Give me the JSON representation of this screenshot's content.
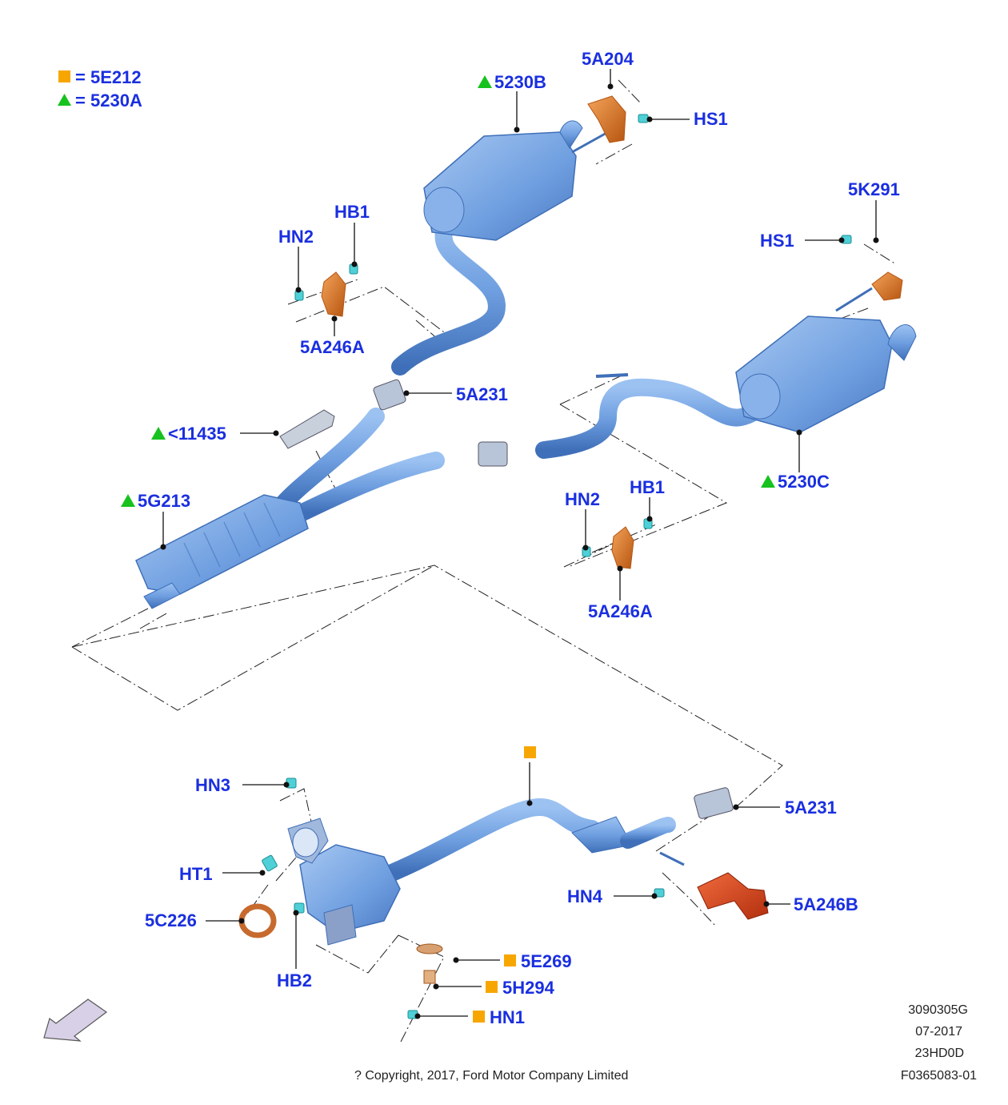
{
  "colors": {
    "label": "#1a2fe0",
    "square_marker": "#f7a600",
    "triangle_marker": "#17c21f",
    "pipe": "#6f9fe0",
    "pipe_dark": "#3f6fb8",
    "bracket": "#e07a25",
    "bracket_dark": "#b65510",
    "bracket_red": "#e0421e",
    "clip": "#4fd0d6",
    "grey_part": "#b8c4d8",
    "gasket": "#c76a2e",
    "arrow_fill": "#d8d0e6",
    "line": "#222222"
  },
  "legend": [
    {
      "marker": "square",
      "equals": "=",
      "text": "5E212"
    },
    {
      "marker": "triangle",
      "equals": "=",
      "text": "5230A"
    }
  ],
  "callouts": [
    {
      "id": "5230B",
      "text": "5230B",
      "marker": "triangle"
    },
    {
      "id": "5A204",
      "text": "5A204",
      "marker": "none"
    },
    {
      "id": "HS1_top",
      "text": "HS1",
      "marker": "none"
    },
    {
      "id": "HB1_left",
      "text": "HB1",
      "marker": "none"
    },
    {
      "id": "HN2_left",
      "text": "HN2",
      "marker": "none"
    },
    {
      "id": "5A246A_left",
      "text": "5A246A",
      "marker": "none"
    },
    {
      "id": "5K291",
      "text": "5K291",
      "marker": "none"
    },
    {
      "id": "HS1_right",
      "text": "HS1",
      "marker": "none"
    },
    {
      "id": "5A231_top",
      "text": "5A231",
      "marker": "none"
    },
    {
      "id": "11435",
      "text": "<11435",
      "marker": "triangle"
    },
    {
      "id": "5G213",
      "text": "5G213",
      "marker": "triangle"
    },
    {
      "id": "5230C",
      "text": "5230C",
      "marker": "triangle"
    },
    {
      "id": "HN2_right",
      "text": "HN2",
      "marker": "none"
    },
    {
      "id": "HB1_right",
      "text": "HB1",
      "marker": "none"
    },
    {
      "id": "5A246A_right",
      "text": "5A246A",
      "marker": "none"
    },
    {
      "id": "HN3",
      "text": "HN3",
      "marker": "none"
    },
    {
      "id": "5A231_bottom",
      "text": "5A231",
      "marker": "none"
    },
    {
      "id": "HT1",
      "text": "HT1",
      "marker": "none"
    },
    {
      "id": "5C226",
      "text": "5C226",
      "marker": "none"
    },
    {
      "id": "HN4",
      "text": "HN4",
      "marker": "none"
    },
    {
      "id": "5A246B",
      "text": "5A246B",
      "marker": "none"
    },
    {
      "id": "HB2",
      "text": "HB2",
      "marker": "none"
    },
    {
      "id": "5E269",
      "text": "5E269",
      "marker": "square"
    },
    {
      "id": "5H294",
      "text": "5H294",
      "marker": "square"
    },
    {
      "id": "HN1",
      "text": "HN1",
      "marker": "square"
    }
  ],
  "meta": {
    "ref_code": "3090305G",
    "date": "07-2017",
    "model": "23HD0D",
    "figure_no": "F0365083-01",
    "copyright": "? Copyright, 2017, Ford Motor Company Limited"
  },
  "icons": {
    "orientation_arrow": "direction-arrow-icon"
  }
}
